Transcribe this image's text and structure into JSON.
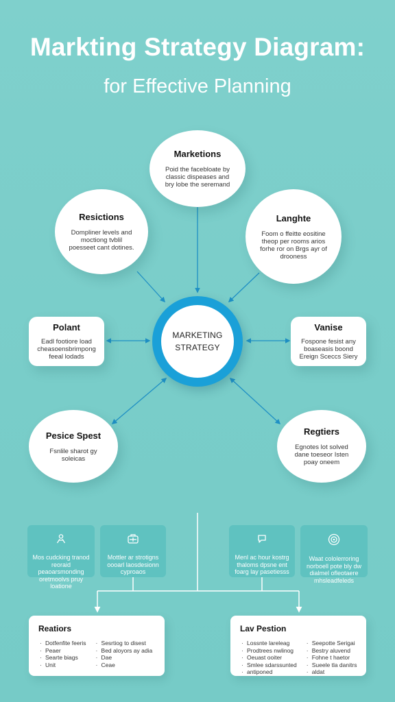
{
  "title": "Markting Strategy Diagram:",
  "subtitle": "for Effective Planning",
  "center": {
    "line1": "MARKETING",
    "line2": "STRATEGY"
  },
  "nodes": {
    "top": {
      "title": "Marketions",
      "text": "Poid the facebloate by classic dispeases and bry lobe the seremand"
    },
    "upper_left": {
      "title": "Resictions",
      "text": "Dompliner levels and moctiong tvblil poesseet cant dotines."
    },
    "upper_right": {
      "title": "Langhte",
      "text": "Foom o ffeitte eositine theop per rooms arios forhe ror on Brgs ayr of drooness"
    },
    "mid_left": {
      "title": "Polant",
      "text": "Eadl footiore load cheasoensbrimpong feeal lodads"
    },
    "mid_right": {
      "title": "Vanise",
      "text": "Fospone fesist any boaseasis boond Ereign Sceccs Siery"
    },
    "lower_left": {
      "title": "Pesice Spest",
      "text": "Fsnlile sharot gy soleicas"
    },
    "lower_right": {
      "title": "Regtiers",
      "text": "Egnotes lot solved dane toeseor Isten poay oneem"
    }
  },
  "cards": [
    {
      "icon": "person-icon",
      "text": "Mos cudcking tranod reoraid peaoarsmonding oretmoolvs pruy loatione"
    },
    {
      "icon": "briefcase-icon",
      "text": "Mottler ar strotigns oooarl laosdesionn cyproaos"
    },
    {
      "icon": "chat-icon",
      "text": "Menl ac hour kostrg thaloms dpsne ent foarg lay pasetiesss"
    },
    {
      "icon": "target-icon",
      "text": "Waat cololerroring norboell pote bly dw dialmel ofleotaere mhsleadfeleds"
    }
  ],
  "boxes": {
    "left": {
      "title": "Reatiors",
      "col1": [
        "Dotfenfite feeris",
        "Peaer",
        "Searte biags",
        "Unit"
      ],
      "col2": [
        "Sesrtiog to disest",
        "Bed aloyors ay adia",
        "Dae",
        "Ceae"
      ]
    },
    "right": {
      "title": "Lav Pestion",
      "col1": [
        "Lossnte lareleag",
        "Prodtrees nwlinog",
        "Oeuast ooiter",
        "Smlee sdarssunted",
        "antiponed"
      ],
      "col2": [
        "Seepotte Serigai",
        "Bestry aluvend",
        "Fohne t haetor",
        "Sueele tla danitrs",
        "aldat"
      ]
    }
  },
  "colors": {
    "background": "#7fd0cc",
    "accent": "#1aa0d8",
    "connector": "#1e8fc4",
    "card": "#5ac0be",
    "line": "#ffffff"
  }
}
